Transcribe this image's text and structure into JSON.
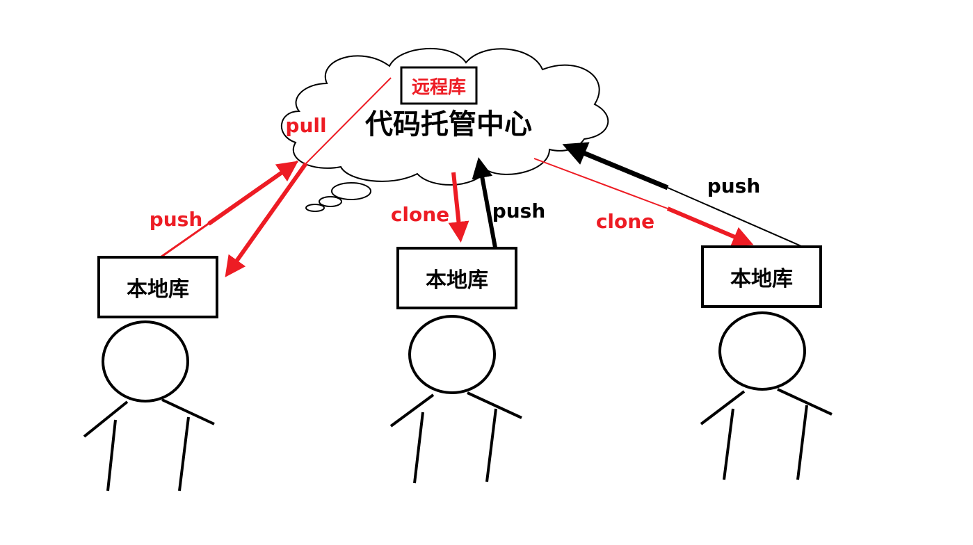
{
  "cloud": {
    "title": "代码托管中心",
    "remote_label": "远程库"
  },
  "repos": [
    {
      "label": "本地库"
    },
    {
      "label": "本地库"
    },
    {
      "label": "本地库"
    }
  ],
  "arrows": {
    "left_push": "push",
    "left_pull": "pull",
    "mid_clone": "clone",
    "mid_push": "push",
    "right_clone": "clone",
    "right_push": "push"
  },
  "colors": {
    "red": "#ed1c24",
    "black": "#000000"
  }
}
